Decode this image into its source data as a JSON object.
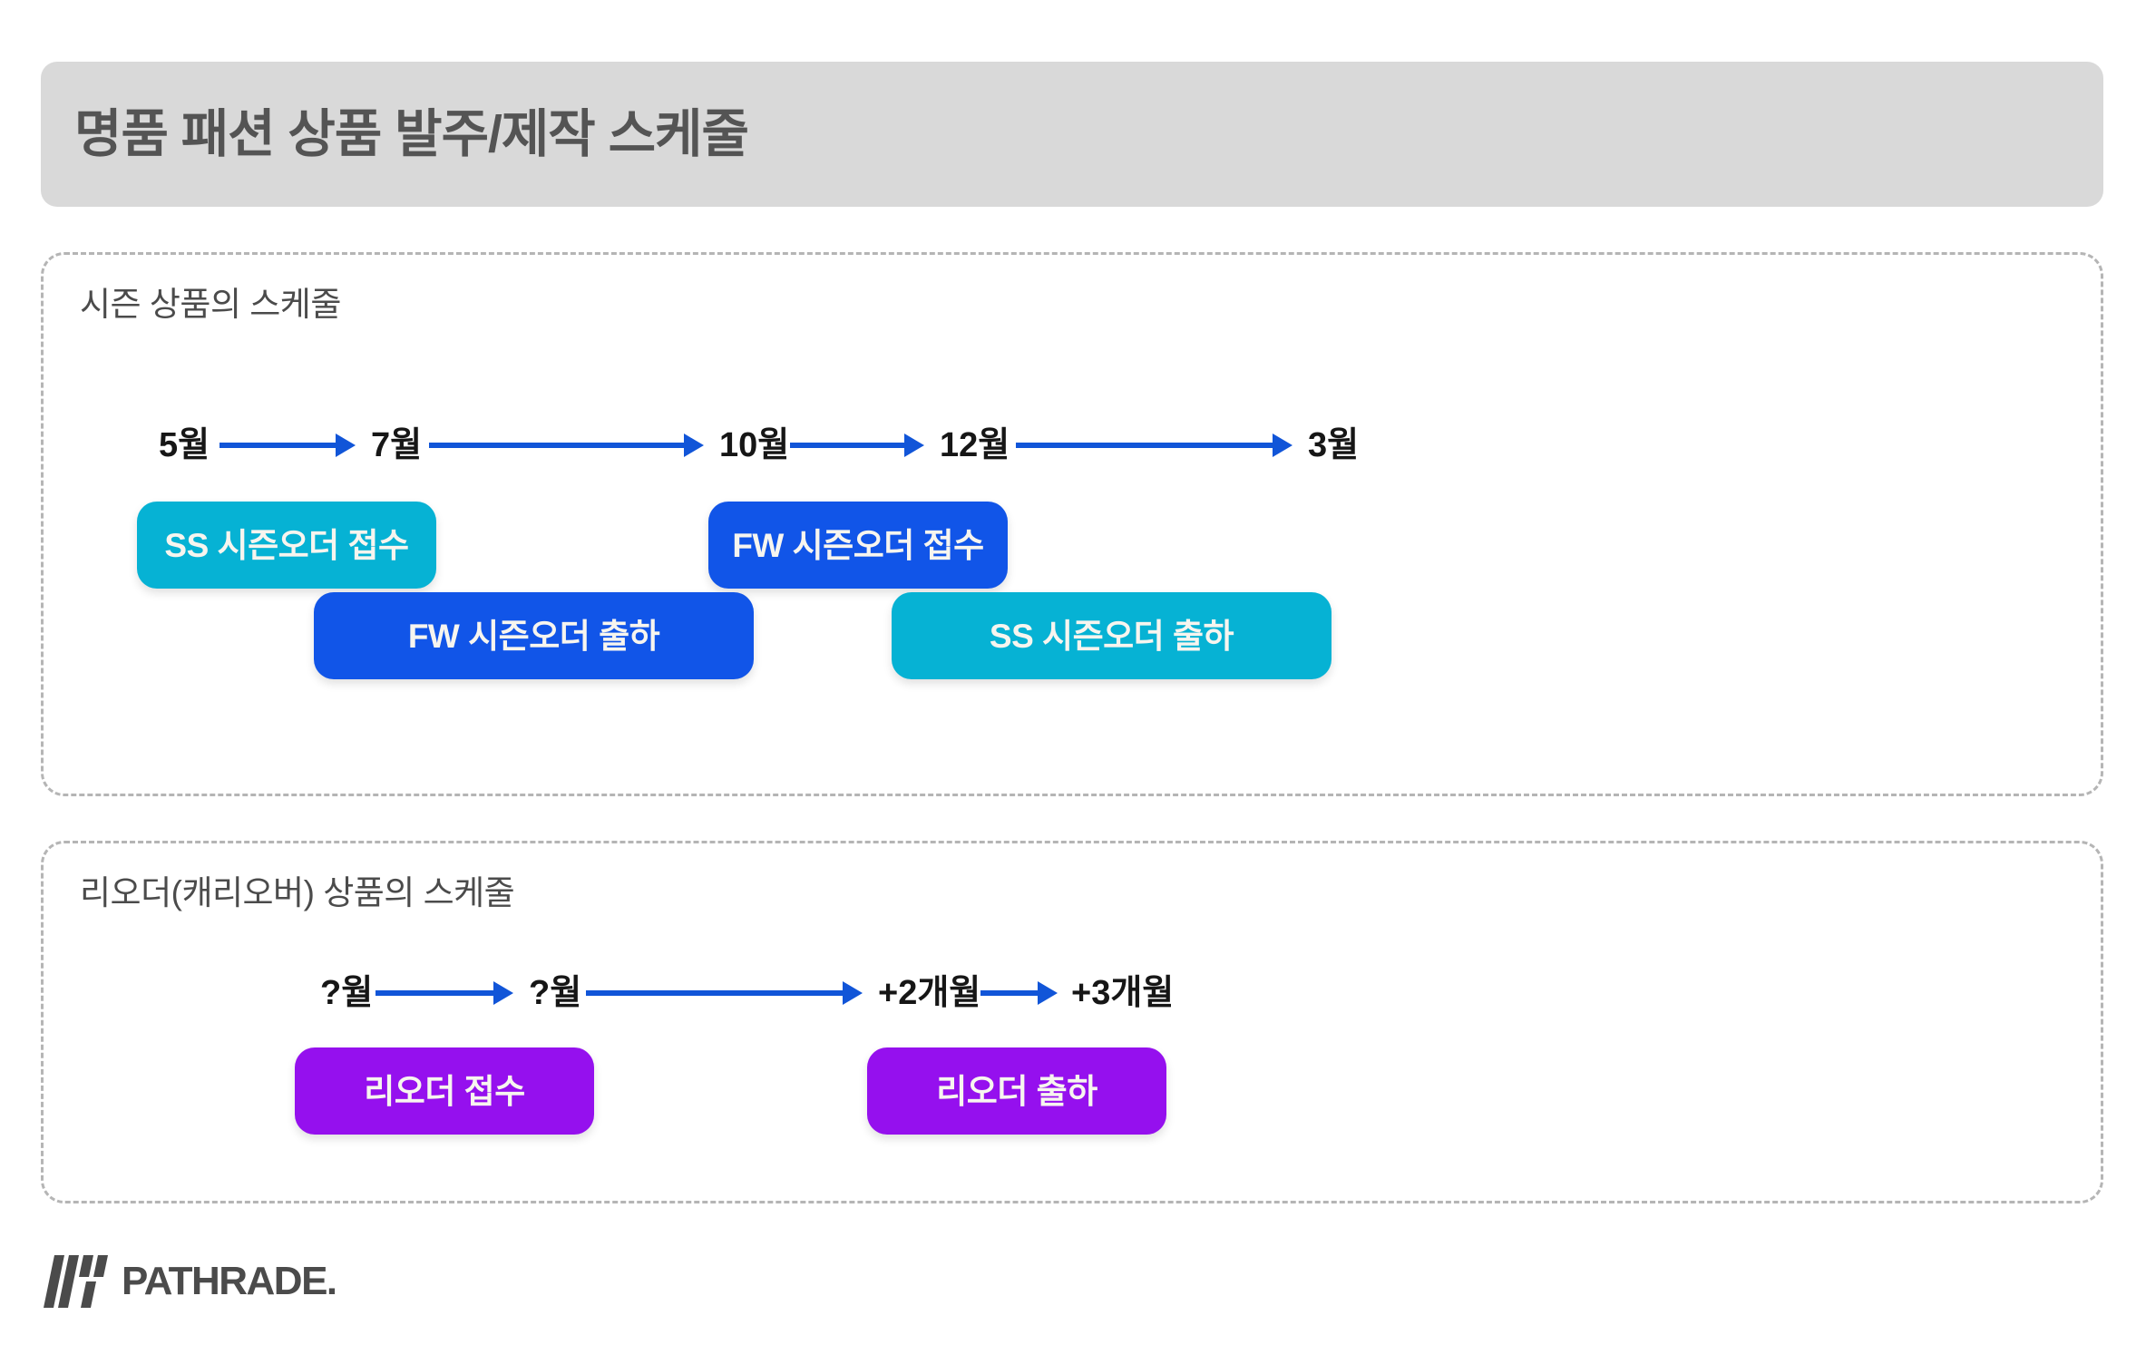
{
  "title": "명품 패션 상품 발주/제작 스케줄",
  "colors": {
    "title_bar_bg": "#d9d9d9",
    "title_text": "#545454",
    "dashed_border": "#b5b5b5",
    "arrow_blue": "#1155d8",
    "cyan_pill": "#06b2d4",
    "blue_pill": "#1155e8",
    "purple_pill": "#9510ee",
    "pill_text": "#f7f5ef",
    "page_bg": "#ffffff"
  },
  "sections": [
    {
      "id": "season",
      "title": "시즌 상품의 스케줄",
      "timeline": {
        "labels": [
          "5월",
          "7월",
          "10월",
          "12월",
          "3월"
        ]
      },
      "pills": [
        {
          "label": "SS 시즌오더 접수",
          "color": "#06b2d4",
          "row": 1
        },
        {
          "label": "FW 시즌오더 접수",
          "color": "#1155e8",
          "row": 1
        },
        {
          "label": "FW 시즌오더 출하",
          "color": "#1155e8",
          "row": 2
        },
        {
          "label": "SS 시즌오더 출하",
          "color": "#06b2d4",
          "row": 2
        }
      ]
    },
    {
      "id": "reorder",
      "title": "리오더(캐리오버) 상품의 스케줄",
      "timeline": {
        "labels": [
          "?월",
          "?월",
          "+2개월",
          "+3개월"
        ]
      },
      "pills": [
        {
          "label": "리오더 접수",
          "color": "#9510ee",
          "row": 1
        },
        {
          "label": "리오더 출하",
          "color": "#9510ee",
          "row": 1
        }
      ]
    }
  ],
  "footer": {
    "brand": "PATHRADE.",
    "mark_icon": "pathrade-stripes-icon"
  }
}
